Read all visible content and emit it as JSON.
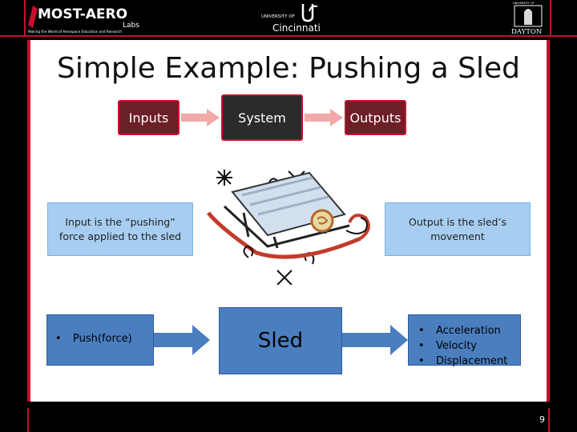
{
  "header": {
    "logo_left": "MOST-AERO",
    "logo_left_sub": "Labs",
    "logo_left_tagline": "Making the World of Aerospace Education and Research",
    "logo_center_top": "UNIVERSITY OF",
    "logo_center_name": "Cincinnati",
    "logo_right_top": "UNIVERSITY OF",
    "logo_right_name": "DAYTON"
  },
  "slide": {
    "title": "Simple Example: Pushing a Sled",
    "flow": {
      "inputs": "Inputs",
      "system": "System",
      "outputs": "Outputs"
    },
    "input_note": "Input is the “pushing” force applied to the sled",
    "output_note": "Output is the sled’s movement",
    "input_item": "Push(force)",
    "system_label": "Sled",
    "outputs": [
      "Acceleration",
      "Velocity",
      "Displacement"
    ],
    "bullet": "•",
    "page_number": "9"
  },
  "colors": {
    "accent": "#c8102e",
    "box_blue": "#4a7ebf",
    "note_blue": "#a7cef1",
    "arrow": "#f2a9a9"
  }
}
